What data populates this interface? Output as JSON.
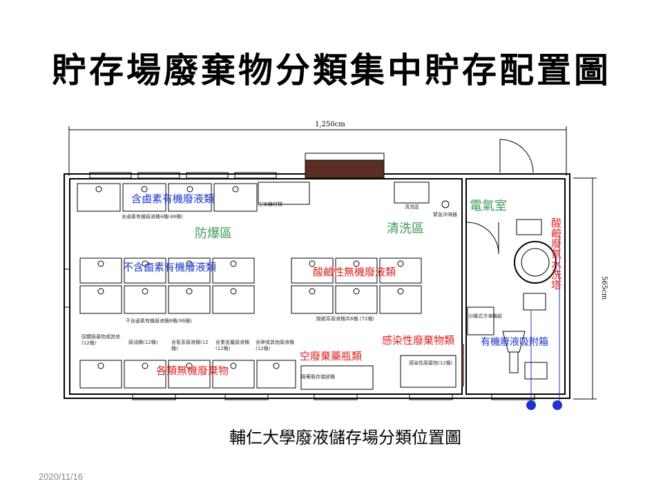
{
  "title": "貯存場廢棄物分類集中貯存配置圖",
  "caption": "輔仁大學廢液儲存場分類位置圖",
  "date": "2020/11/16",
  "dimensions": {
    "width": "1,250cm",
    "height": "565cm"
  },
  "zones": {
    "halogen": "含鹵素有機廢液類",
    "explosion_proof": "防爆區",
    "wash_area": "清洗區",
    "electric_room": "電氣室",
    "non_halogen": "不含鹵素有機廢液類",
    "acid_alkali": "酸鹼性無機廢液類",
    "infectious": "感染性廢棄物類",
    "empty_bottles": "空廢棄藥瓶類",
    "inorganic": "各類無機廢棄物",
    "acid_scrubber": "酸鹼廢氣水洗塔",
    "organic_adsorber": "有機廢液吸附箱"
  },
  "small_labels": {
    "halogen_tanks": "含鹵素有機廢液桶4桶(48桶)",
    "tool_cabinet": "工安器材櫃",
    "wash_sink": "清洗區",
    "emergency_shower": "緊急沖淋器",
    "non_halogen_tanks": "不含鹵素有機廢液桶8桶(96桶)",
    "acid_tanks": "酸鹼系廢液桶共6桶 (72桶)",
    "solid_organic": "固體廢棄物或其他(12桶)",
    "waste_oil": "廢油桶(12桶)",
    "cyanide": "含氰系廢液桶(12桶)",
    "heavy_metal": "含重金屬廢液桶(12桶)",
    "arsenic": "含砷或其他廢液桶(12桶)",
    "empty_bottle_box": "廢藥瓶存儲放桶",
    "infectious_box": "感染性廢棄物(12桶)",
    "separator": "分離式冷凍機組"
  },
  "colors": {
    "blue": "#1a33cc",
    "green": "#3a9a5b",
    "red": "#dd2222",
    "wall": "#000000"
  }
}
